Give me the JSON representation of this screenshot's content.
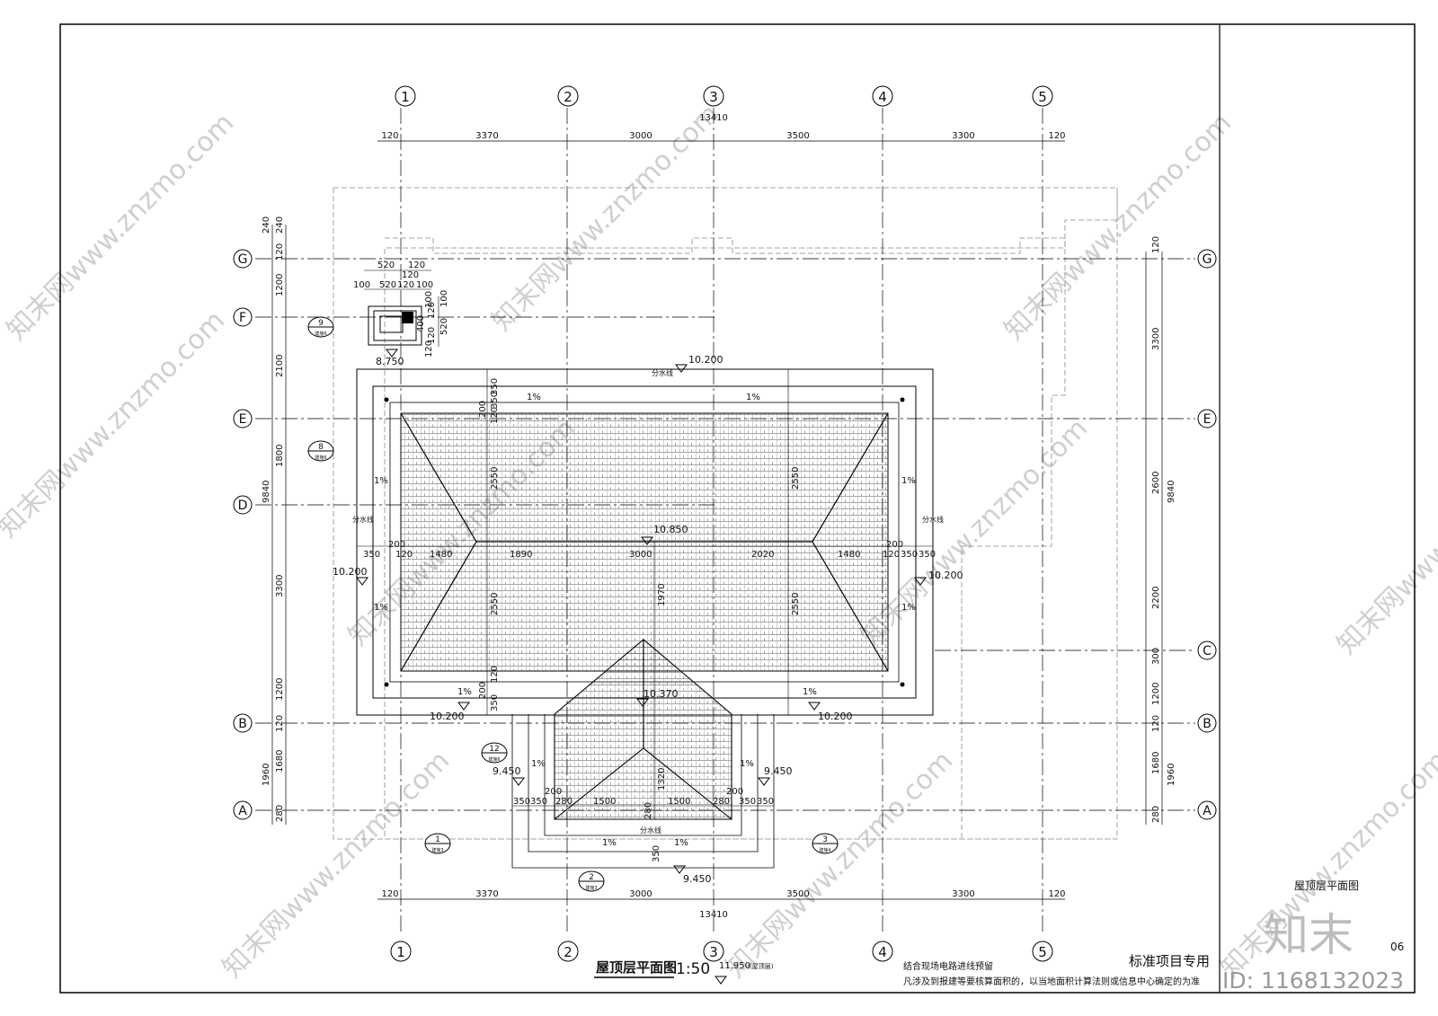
{
  "drawing": {
    "title": "屋顶层平面图",
    "scale": "1:50",
    "floor_elevation": "11.950",
    "floor_elevation_note": "(屋顶层)",
    "notes": [
      "结合现场电路进线预留",
      "凡涉及到报建等要核算面积的，以当地面积计算法则或信息中心确定的为准"
    ],
    "standard_label": "标准项目专用"
  },
  "title_block": {
    "sheet_name": "屋顶层平面图",
    "sheet_number": "06",
    "logo_text": "知末",
    "id_text": "ID: 1168132023"
  },
  "watermark": {
    "text": "知末网www.znzmo.com"
  },
  "axes": {
    "columns": [
      "1",
      "2",
      "3",
      "4",
      "5"
    ],
    "rows": [
      "G",
      "F",
      "E",
      "D",
      "C",
      "B",
      "A"
    ]
  },
  "dimensions": {
    "top_total": "13410",
    "top_segments": [
      "120",
      "3370",
      "3000",
      "3500",
      "3300",
      "120"
    ],
    "bottom_total": "13410",
    "bottom_segments": [
      "120",
      "3370",
      "3000",
      "3500",
      "3300",
      "120"
    ],
    "left_total": "9840",
    "left_segments": [
      "240",
      "240",
      "120",
      "1200",
      "2100",
      "1800",
      "3300",
      "1200",
      "120",
      "1960",
      "1680",
      "280"
    ],
    "right_total": "9840",
    "right_segments": [
      "120",
      "3300",
      "2600",
      "2200",
      "300",
      "1200",
      "120",
      "1960",
      "1680",
      "280"
    ],
    "ridge_row": [
      "350",
      "200",
      "120",
      "1480",
      "1890",
      "3000",
      "2020",
      "1480",
      "120",
      "200",
      "350",
      "350"
    ],
    "roof_vertical": [
      "350",
      "350",
      "200",
      "120",
      "2550",
      "2550",
      "1970",
      "1320",
      "120",
      "350",
      "200"
    ],
    "lower_row": [
      "350",
      "350",
      "200",
      "280",
      "1500",
      "1500",
      "280",
      "350",
      "350",
      "200",
      "280",
      "350"
    ],
    "chimney": [
      "520",
      "120",
      "100",
      "520",
      "120",
      "100",
      "120",
      "100",
      "120",
      "100",
      "400",
      "520",
      "120",
      "120"
    ]
  },
  "elevations": {
    "ridge_main": "10.850",
    "ridge_lower": "10.370",
    "eave_top": "10.200",
    "eave_left": "10.200",
    "eave_right": "10.200",
    "eave_bottom_left": "10.200",
    "eave_bottom_right": "10.200",
    "lower_eave_left": "9.450",
    "lower_eave_right": "9.450",
    "lower_eave_bottom": "9.450",
    "chimney": "8.750"
  },
  "slopes": [
    "1%",
    "1%",
    "1%",
    "1%",
    "1%",
    "1%",
    "1%",
    "1%",
    "1%",
    "1%",
    "1%",
    "1%"
  ],
  "drain_label": "分水线",
  "detail_refs": [
    {
      "num": "9",
      "sheet": "建施6"
    },
    {
      "num": "8",
      "sheet": "建施6"
    },
    {
      "num": "12",
      "sheet": "建施6"
    },
    {
      "num": "1",
      "sheet": "建施3"
    },
    {
      "num": "2",
      "sheet": "建施3"
    },
    {
      "num": "3",
      "sheet": "建施4"
    }
  ]
}
